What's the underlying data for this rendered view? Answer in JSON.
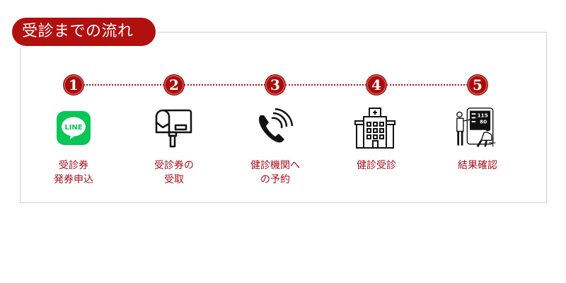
{
  "section": {
    "title": "受診までの流れ"
  },
  "colors": {
    "accent": "#b20f0f",
    "label_text": "#a40f1c",
    "border": "#cfcfcf",
    "line_green": "#06c755"
  },
  "steps": [
    {
      "number": "1",
      "icon": "line-app-icon",
      "icon_text": "LINE",
      "label_line1": "受診券",
      "label_line2": "発券申込"
    },
    {
      "number": "2",
      "icon": "mailbox-icon",
      "label_line1": "受診券の",
      "label_line2": "受取"
    },
    {
      "number": "3",
      "icon": "phone-call-icon",
      "label_line1": "健診機関へ",
      "label_line2": "の予約"
    },
    {
      "number": "4",
      "icon": "hospital-icon",
      "label_line1": "健診受診",
      "label_line2": ""
    },
    {
      "number": "5",
      "icon": "medical-checkup-illustration",
      "monitor_values": [
        "115",
        "80"
      ],
      "label_line1": "結果確認",
      "label_line2": ""
    }
  ]
}
